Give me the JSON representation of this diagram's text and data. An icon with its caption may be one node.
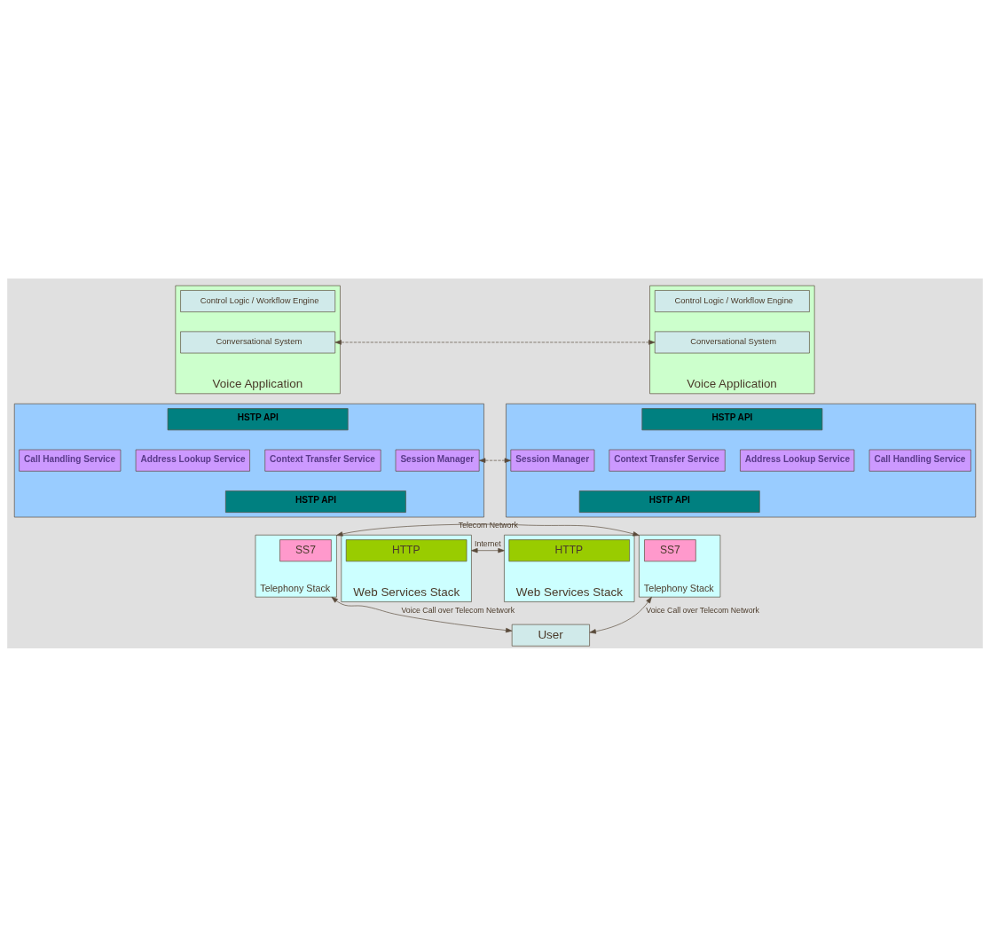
{
  "diagram": {
    "nodes": [
      {
        "text": [
          "Voice Application"
        ]
      },
      {
        "text": [
          "Control Logic / Workflow Engine"
        ],
        "in": 0
      },
      {
        "text": [
          "Conversational System"
        ],
        "in": 0
      },
      {
        "text": [
          "Voice Application"
        ]
      },
      {
        "text": [
          "Control Logic / Workflow Engine"
        ],
        "in": 3
      },
      {
        "text": [
          "Conversational System"
        ],
        "in": 3
      },
      {
        "text": [],
        "shape": "box"
      },
      {
        "text": [
          "HSTP API"
        ],
        "in": 6
      },
      {
        "text": [
          "Call Handling Service"
        ],
        "in": 6
      },
      {
        "text": [
          "Address Lookup Service"
        ],
        "in": 6
      },
      {
        "text": [
          "Context Transfer Service"
        ],
        "in": 6
      },
      {
        "text": [
          "Session Manager"
        ],
        "in": 6
      },
      {
        "text": [
          "HSTP API"
        ],
        "in": 6
      },
      {
        "text": [],
        "shape": "box"
      },
      {
        "text": [
          "HSTP API"
        ],
        "in": 13
      },
      {
        "text": [
          "Session Manager"
        ],
        "in": 13
      },
      {
        "text": [
          "Context Transfer Service"
        ],
        "in": 13
      },
      {
        "text": [
          "Address Lookup Service"
        ],
        "in": 13
      },
      {
        "text": [
          "Call Handling Service"
        ],
        "in": 13
      },
      {
        "text": [
          "HSTP API"
        ],
        "in": 13
      },
      {
        "text": [
          "Telephony Stack"
        ]
      },
      {
        "text": [
          "SS7"
        ],
        "in": 20
      },
      {
        "text": [
          "Web Services Stack"
        ]
      },
      {
        "text": [
          "HTTP"
        ],
        "in": 22
      },
      {
        "text": [
          "Web Services Stack"
        ]
      },
      {
        "text": [
          "HTTP"
        ],
        "in": 24
      },
      {
        "text": [
          "Telephony Stack"
        ]
      },
      {
        "text": [
          "SS7"
        ],
        "in": 26
      },
      {
        "text": [
          "User"
        ]
      }
    ],
    "edges": [
      {
        "from": 2,
        "to": 5,
        "arrow": "both",
        "style": "dashed"
      },
      {
        "from": 11,
        "to": 15,
        "arrow": "both",
        "style": "dashed"
      },
      {
        "from": 22,
        "to": 24,
        "arrow": "both",
        "label": "Internet"
      },
      {
        "from": 20,
        "to": 26,
        "arrow": "both",
        "label": "Telecom Network"
      },
      {
        "from": 20,
        "to": 28,
        "arrow": "both",
        "label": "Voice Call over Telecom Network"
      },
      {
        "from": 28,
        "to": 26,
        "arrow": "both",
        "label": "Voice Call over Telecom Network"
      }
    ]
  }
}
